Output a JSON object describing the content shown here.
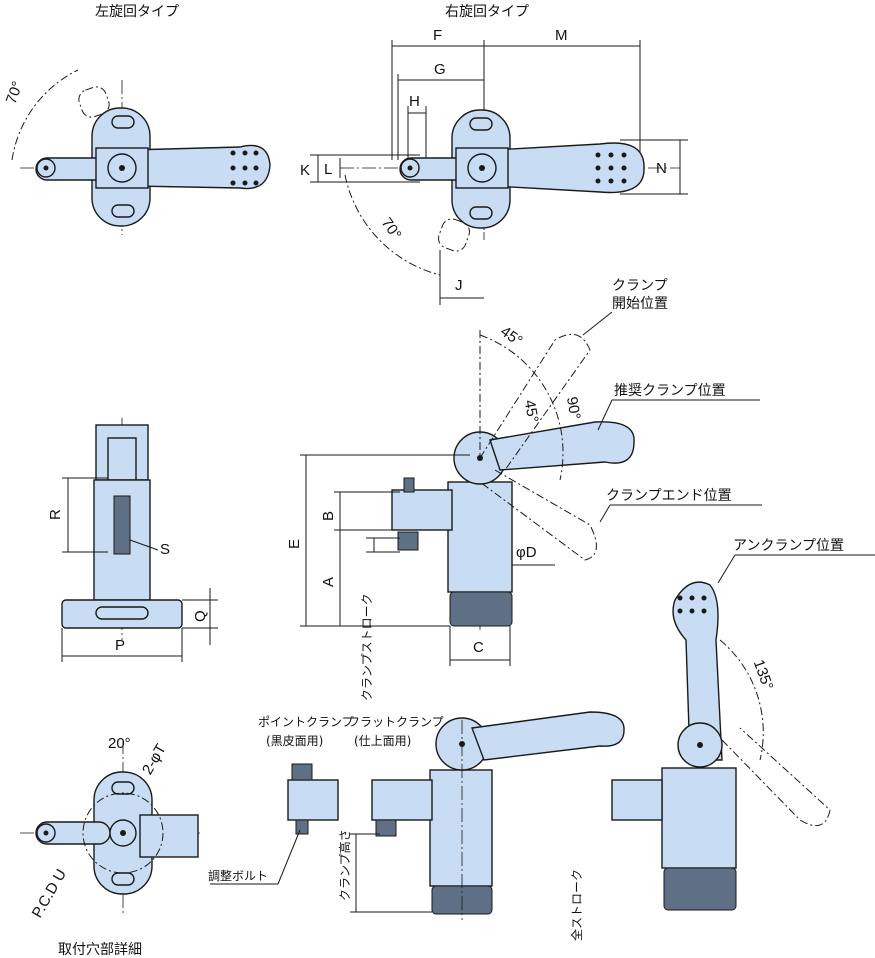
{
  "titles": {
    "left_rotation": "左旋回タイプ",
    "right_rotation": "右旋回タイプ",
    "mount_hole_detail": "取付穴部詳細"
  },
  "annotations": {
    "clamp_start": [
      "クランプ",
      "開始位置"
    ],
    "recommended_clamp": "推奨クランプ位置",
    "clamp_end": "クランプエンド位置",
    "unclamp": "アンクランプ位置",
    "clamp_stroke": "クランプストローク",
    "point_clamp": [
      "ポイントクランプ",
      "(黒皮面用)"
    ],
    "flat_clamp": [
      "フラットクランプ",
      "(仕上面用)"
    ],
    "adjust_bolt": "調整ボルト",
    "clamp_height": "クランプ高さ",
    "full_stroke": "全ストローク"
  },
  "dimensions": {
    "F": "F",
    "M": "M",
    "G": "G",
    "H": "H",
    "K": "K",
    "L": "L",
    "N": "N",
    "J": "J",
    "R": "R",
    "S": "S",
    "P": "P",
    "Q": "Q",
    "B": "B",
    "E": "E",
    "A": "A",
    "C": "C",
    "D": "φD",
    "T": "2-φT",
    "PCD": "P.C.D U"
  },
  "angles": {
    "a70_left": "70°",
    "a70_right": "70°",
    "a45_top": "45°",
    "a45_mid": "45°",
    "a90": "90°",
    "a135": "135°",
    "a20": "20°"
  }
}
